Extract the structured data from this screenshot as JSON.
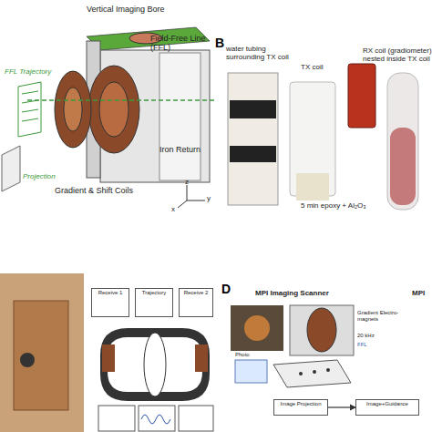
{
  "diagram": {
    "nodes": [
      {
        "text": [
          "Receive 1"
        ]
      },
      {
        "text": [
          "Trajectory"
        ]
      },
      {
        "text": [
          "Receive 2"
        ]
      },
      {
        "text": [
          "Image Projection"
        ]
      },
      {
        "text": [
          "Image+Guidance"
        ]
      }
    ],
    "edges": [
      {
        "from": 3,
        "to": 4,
        "arrow": "to"
      }
    ],
    "labels": [
      "Vertical Imaging Bore",
      "Field-Free Line (FFL)",
      "FFL Trajectory",
      "Projection",
      "Gradient & Shift Coils",
      "Iron Return",
      "z",
      "y",
      "x",
      "B",
      "water tubing surrounding TX coil",
      "TX coil",
      "RX coil (gradiometer) nested inside TX coil",
      "5 min epoxy + Al₂O₃",
      "D",
      "MPI Imaging Scanner",
      "MPI",
      "Photo",
      "Gradient Electro-magnets",
      "20 kHz",
      "FFL"
    ]
  }
}
